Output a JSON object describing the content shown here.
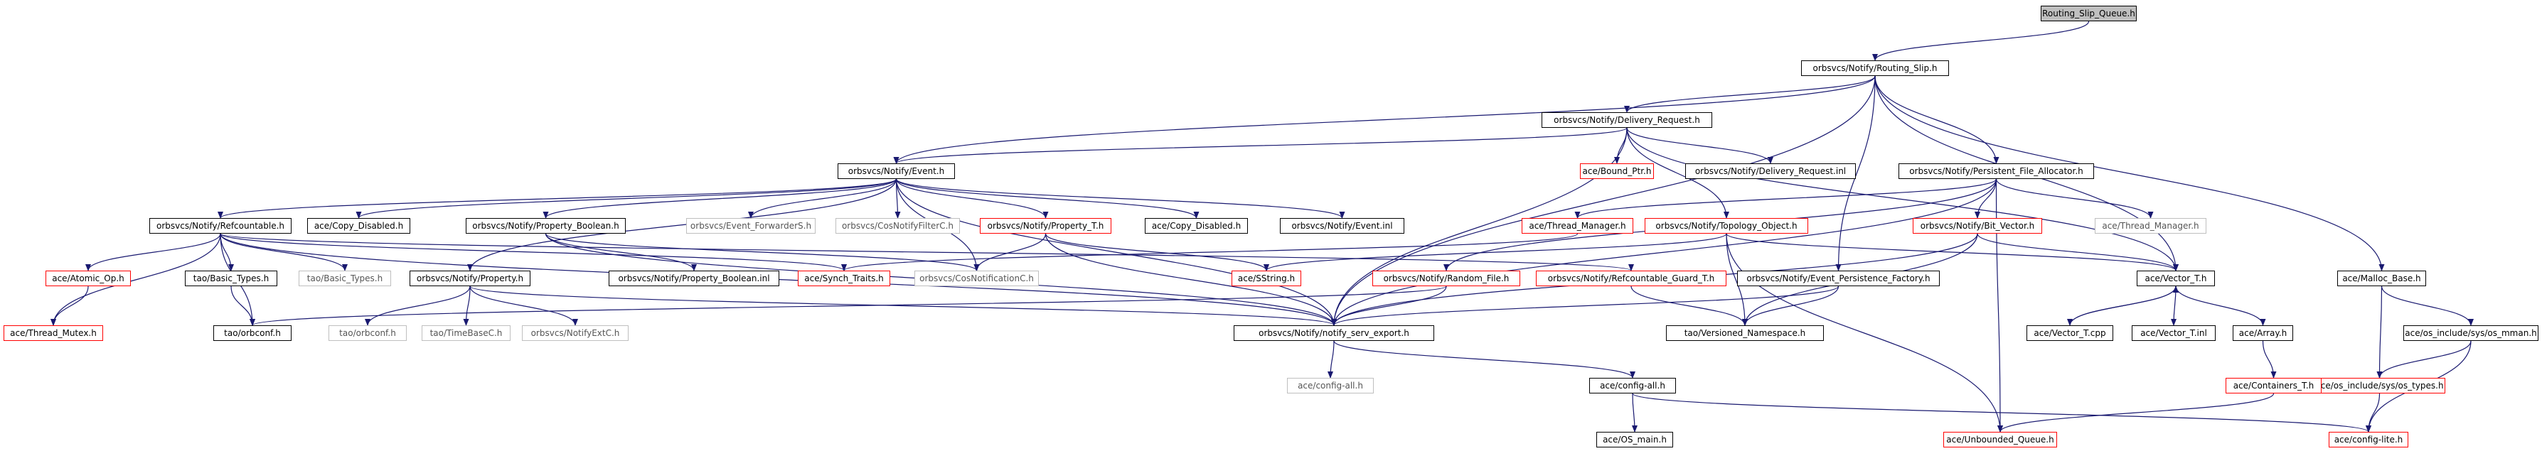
{
  "colors": {
    "default_border": "#000000",
    "missing_border": "#ff0000",
    "gray_border": "#bfbfbf",
    "edge": "#191970",
    "root_fill": "#bfbfbf"
  },
  "nodes": {
    "root": "Routing_Slip_Queue.h",
    "routing_slip": "orbsvcs/Notify/Routing_Slip.h",
    "delivery_request": "orbsvcs/Notify/Delivery_Request.h",
    "event": "orbsvcs/Notify/Event.h",
    "bound_ptr": "ace/Bound_Ptr.h",
    "delivery_request_inl": "orbsvcs/Notify/Delivery_Request.inl",
    "persistent_file_allocator": "orbsvcs/Notify/Persistent_File_Allocator.h",
    "refcountable": "orbsvcs/Notify/Refcountable.h",
    "copy_disabled_1": "ace/Copy_Disabled.h",
    "property_boolean": "orbsvcs/Notify/Property_Boolean.h",
    "event_forwarders": "orbsvcs/Event_ForwarderS.h",
    "cosnotifyfilterc": "orbsvcs/CosNotifyFilterC.h",
    "property_t": "orbsvcs/Notify/Property_T.h",
    "copy_disabled_2": "ace/Copy_Disabled.h",
    "event_inl": "orbsvcs/Notify/Event.inl",
    "thread_manager_red": "ace/Thread_Manager.h",
    "topology_object": "orbsvcs/Notify/Topology_Object.h",
    "bit_vector": "orbsvcs/Notify/Bit_Vector.h",
    "thread_manager_gray": "ace/Thread_Manager.h",
    "malloc_base": "ace/Malloc_Base.h",
    "atomic_op": "ace/Atomic_Op.h",
    "basic_types_1": "tao/Basic_Types.h",
    "basic_types_2": "tao/Basic_Types.h",
    "property": "orbsvcs/Notify/Property.h",
    "property_boolean_inl": "orbsvcs/Notify/Property_Boolean.inl",
    "synch_traits": "ace/Synch_Traits.h",
    "cosnotificationc": "orbsvcs/CosNotificationC.h",
    "sstring": "ace/SString.h",
    "random_file": "orbsvcs/Notify/Random_File.h",
    "refcountable_guard": "orbsvcs/Notify/Refcountable_Guard_T.h",
    "event_persistence_factory": "orbsvcs/Notify/Event_Persistence_Factory.h",
    "vector_t": "ace/Vector_T.h",
    "os_mman": "ace/os_include/sys/os_mman.h",
    "thread_mutex": "ace/Thread_Mutex.h",
    "orbconf_1": "tao/orbconf.h",
    "orbconf_2": "tao/orbconf.h",
    "timebasec": "tao/TimeBaseC.h",
    "notifyextc": "orbsvcs/NotifyExtC.h",
    "notify_serv_export": "orbsvcs/Notify/notify_serv_export.h",
    "versioned_namespace": "tao/Versioned_Namespace.h",
    "vector_t_cpp": "ace/Vector_T.cpp",
    "vector_t_inl": "ace/Vector_T.inl",
    "array": "ace/Array.h",
    "os_types": "ace/os_include/sys/os_types.h",
    "config_all_gray": "ace/config-all.h",
    "config_all": "ace/config-all.h",
    "containers_t": "ace/Containers_T.h",
    "os_main": "ace/OS_main.h",
    "unbounded_queue": "ace/Unbounded_Queue.h",
    "config_lite": "ace/config-lite.h"
  }
}
